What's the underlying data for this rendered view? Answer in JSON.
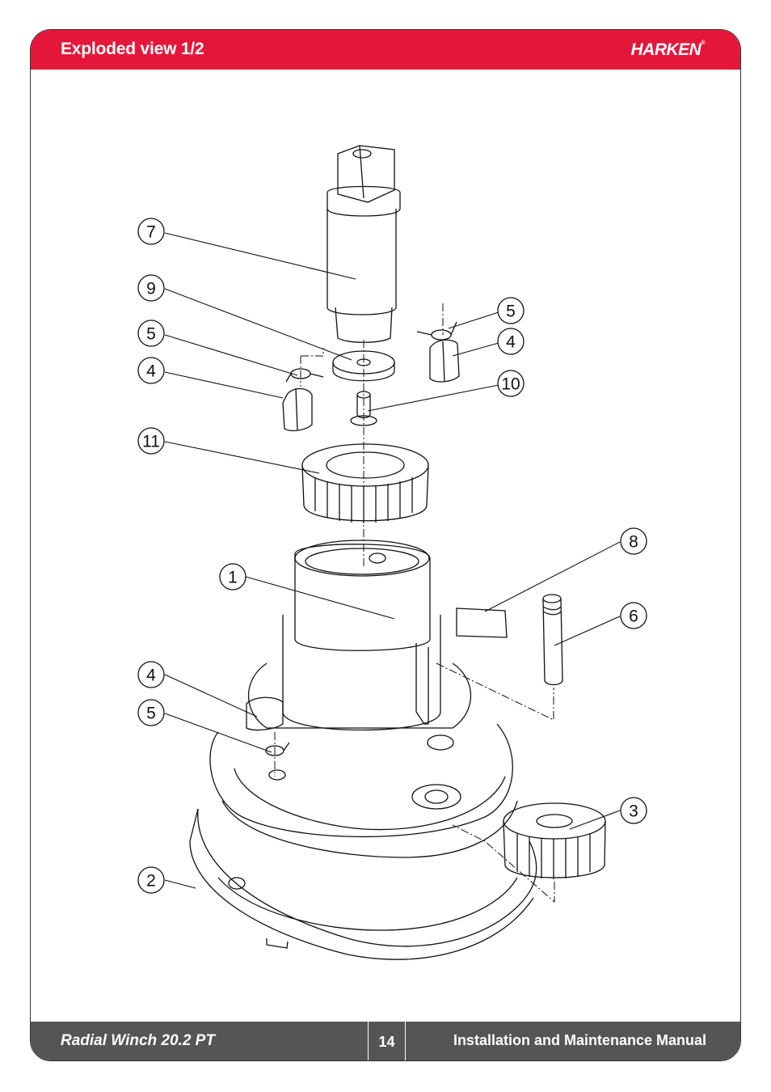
{
  "header": {
    "title": "Exploded view 1/2",
    "brand": "HARKEN",
    "brand_mark": "®"
  },
  "footer": {
    "product": "Radial Winch 20.2 PT",
    "page_number": "14",
    "manual": "Installation and Maintenance Manual"
  },
  "callouts": [
    "7",
    "9",
    "5",
    "4",
    "5",
    "4",
    "10",
    "11",
    "8",
    "1",
    "6",
    "4",
    "5",
    "3",
    "2"
  ],
  "colors": {
    "header_red": "#e4173a",
    "footer_gray": "#555555"
  }
}
